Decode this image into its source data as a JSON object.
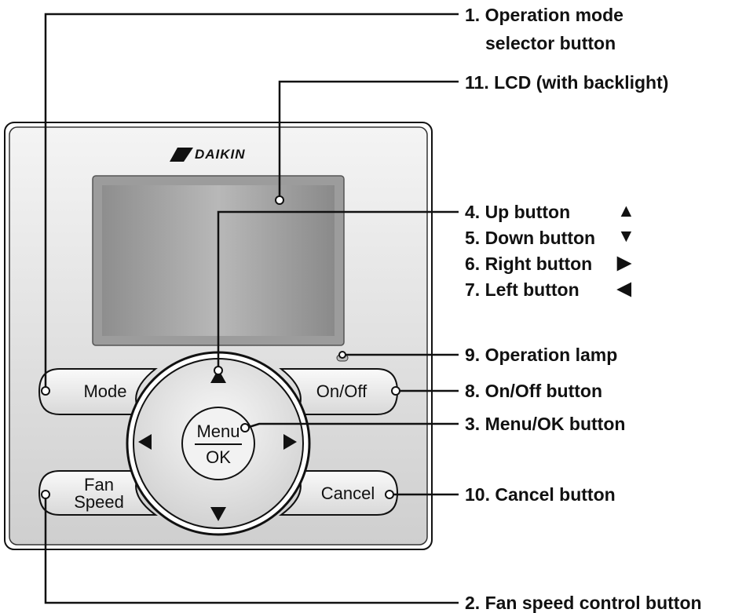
{
  "brand": {
    "name": "DAIKIN"
  },
  "buttons": {
    "mode": "Mode",
    "fan_line1": "Fan",
    "fan_line2": "Speed",
    "onoff": "On/Off",
    "cancel": "Cancel",
    "menu": "Menu",
    "ok": "OK"
  },
  "callouts": {
    "c1_line1": "1. Operation mode",
    "c1_line2": "selector button",
    "c2": "2. Fan speed control button",
    "c3": "3. Menu/OK button",
    "c4": "4. Up button",
    "c5": "5. Down button",
    "c6": "6. Right button",
    "c7": "7. Left button",
    "c8": "8. On/Off button",
    "c9": "9. Operation lamp",
    "c10": "10. Cancel button",
    "c11": "11. LCD (with backlight)"
  },
  "symbols": {
    "up": "▲",
    "down": "▼",
    "right": "▶",
    "left": "◀"
  }
}
